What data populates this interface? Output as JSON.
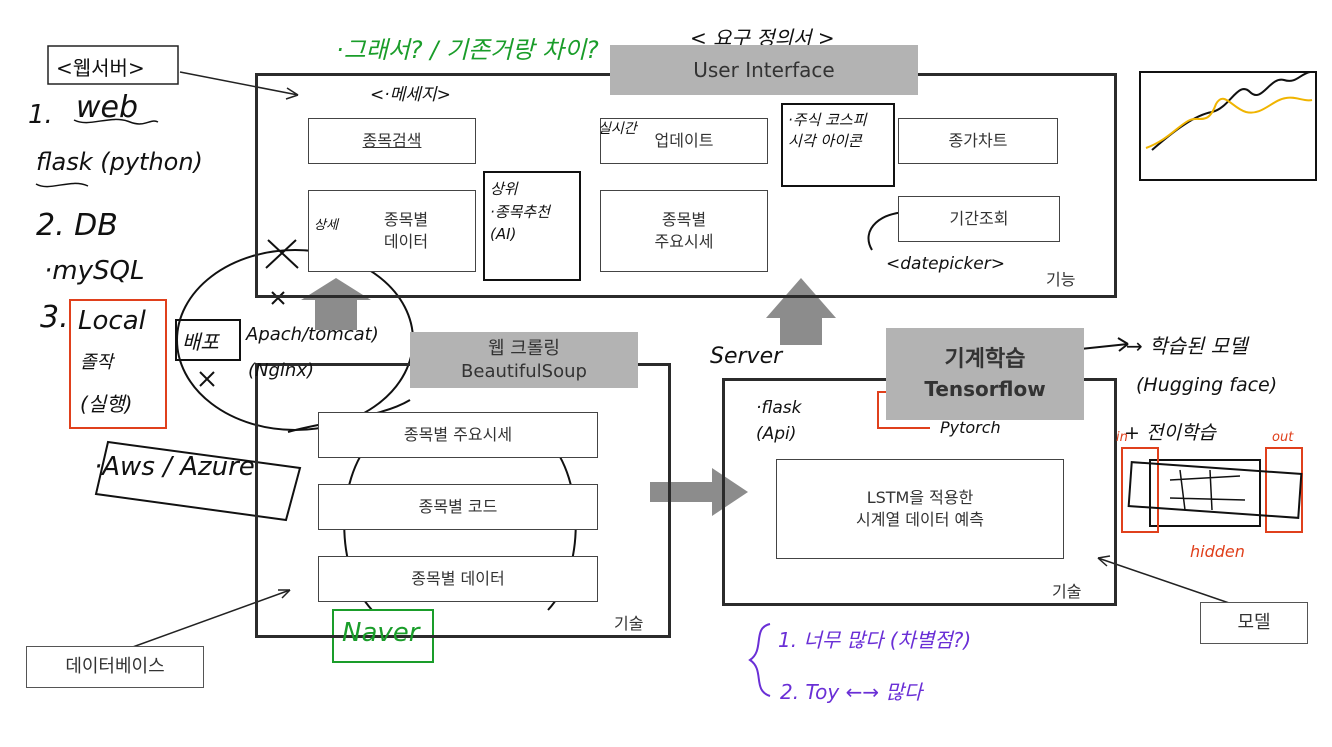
{
  "requirements_title": "< 요구 정의서 >",
  "top_note": "·그래서? / 기존거랑 차이?",
  "ui": {
    "header": "User Interface",
    "message_note": "<·메세지>",
    "search": "종목검색",
    "update": "업데이트",
    "update_note": "실시간",
    "chart": "종가차트",
    "stock_data": "종목별\n데이터",
    "stock_data_note": "상세",
    "recommend_ai": "상위\n·종목추천\n(AI)",
    "stock_price": "종목별\n주요시세",
    "period": "기간조회",
    "datepicker_note": "<datepicker>",
    "realtime_note": "·주식 코스피\n시각 아이콘",
    "feature_label": "기능"
  },
  "crawling": {
    "header_line1": "웹 크롤링",
    "header_line2": "BeautifulSoup",
    "item1": "종목별 주요시세",
    "item2": "종목별 코드",
    "item3": "종목별 데이터",
    "tech_label": "기술",
    "naver_note": "Naver"
  },
  "ml": {
    "header_line1": "기계학습",
    "header_line2": "Tensorflow",
    "lstm_line1": "LSTM을 적용한",
    "lstm_line2": "시계열 데이터 예측",
    "tech_label": "기술",
    "pytorch_note": "Pytorch",
    "server_note": "Server",
    "flask_api_note": "·flask\n(Api)"
  },
  "left_notes": {
    "webserver_label": "<웹서버>",
    "item1_num": "1.",
    "item1": "web",
    "flask": "flask (python)",
    "item2": "2. DB",
    "mysql": "·mySQL",
    "item3_num": "3.",
    "local": "Local",
    "graduation": "졸작",
    "run": "(실행)",
    "deploy": "배포",
    "apache": "Apach/tomcat)",
    "nginx": "(Nginx)",
    "aws": "·Aws / Azure"
  },
  "right_notes": {
    "trained_model": "→ 학습된 모델",
    "hugging_face": "(Hugging face)",
    "transfer": "+ 전이학습",
    "in_label": "in",
    "out_label": "out",
    "hidden_label": "hidden"
  },
  "bottom_notes": {
    "line1": "1. 너무 많다 (차별점?)",
    "line2": "2. Toy ←→ 많다"
  },
  "callouts": {
    "database": "데이터베이스",
    "model": "모델"
  },
  "colors": {
    "handwriting_green": "#1a9d2a",
    "handwriting_purple": "#6a2fd6",
    "handwriting_red": "#e0401c",
    "chart_yellow": "#f0b400",
    "header_gray": "#b3b3b3"
  }
}
